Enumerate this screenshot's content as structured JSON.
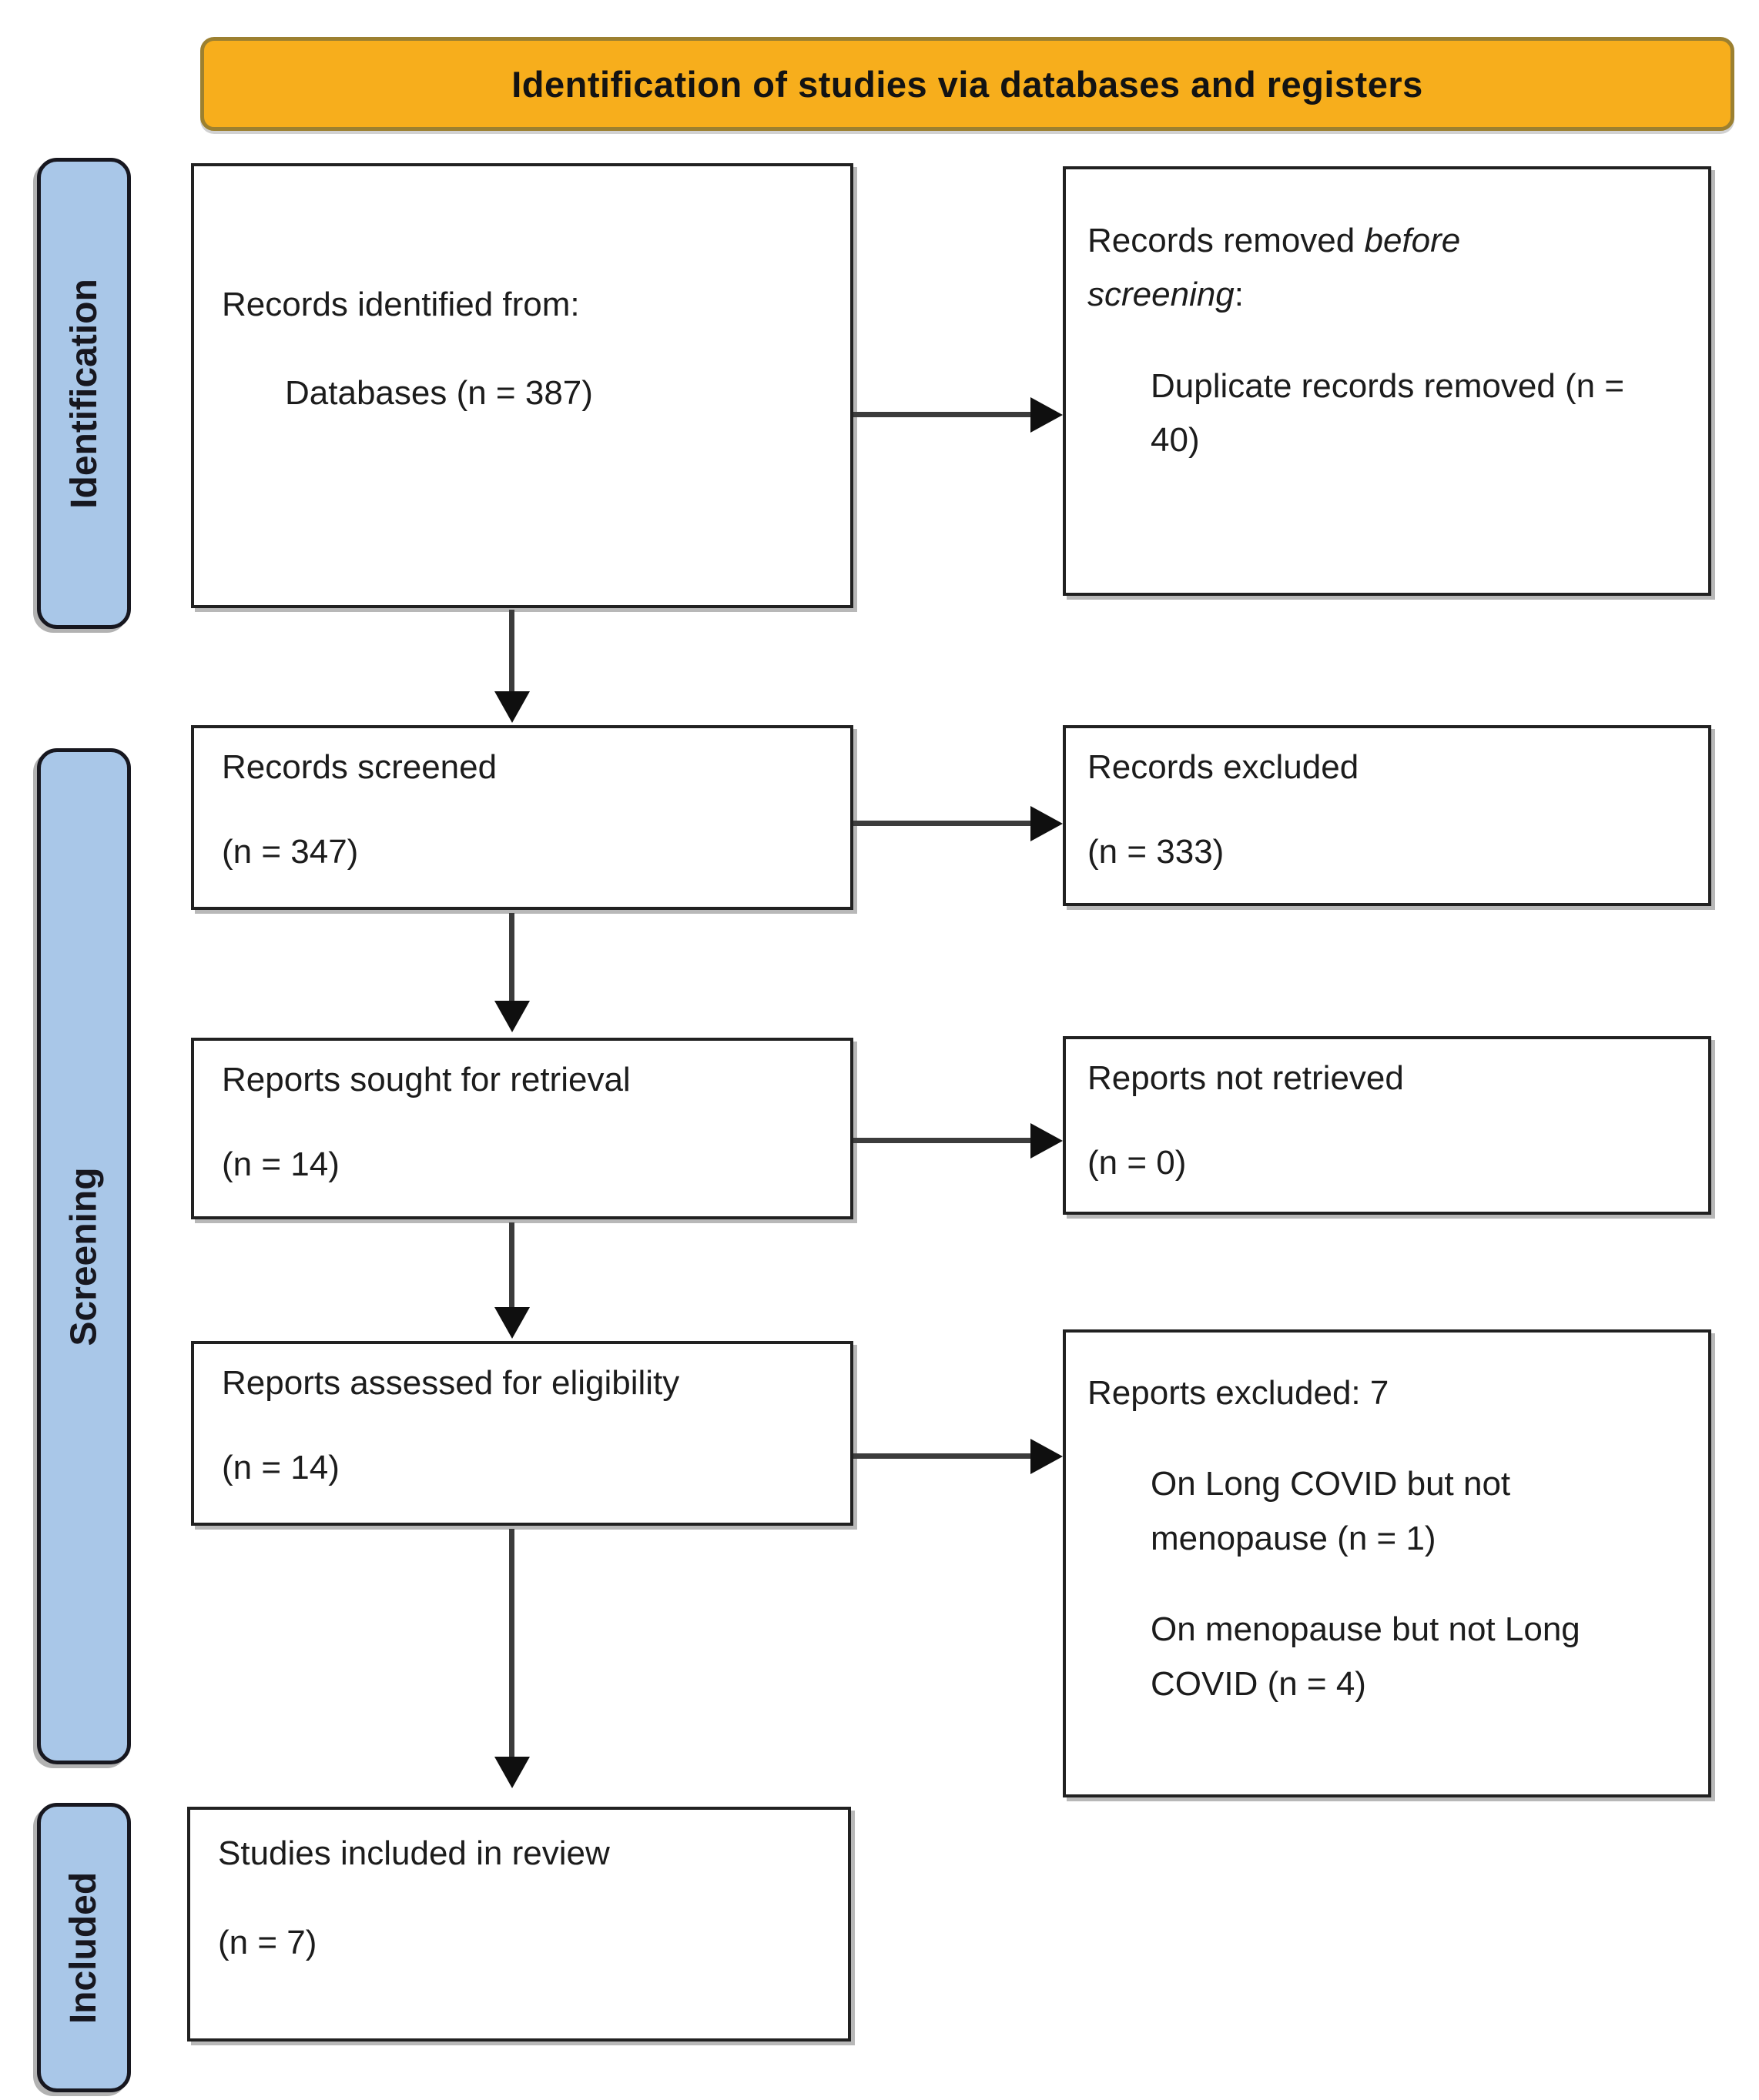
{
  "banner": {
    "label": "Identification of studies via databases and registers"
  },
  "stages": {
    "identification": "Identification",
    "screening": "Screening",
    "included": "Included"
  },
  "boxes": {
    "records_identified": {
      "title": "Records identified from:",
      "items": [
        "Databases (n = 387)"
      ]
    },
    "records_removed": {
      "title_prefix": "Records removed ",
      "title_italic": "before screening",
      "title_suffix": ":",
      "items": [
        "Duplicate records removed (n = 40)"
      ]
    },
    "records_screened": {
      "title": "Records screened",
      "count": "(n = 347)"
    },
    "records_excluded": {
      "title": "Records excluded",
      "count": "(n = 333)"
    },
    "reports_sought": {
      "title": "Reports sought for retrieval",
      "count": "(n = 14)"
    },
    "reports_not_retrieved": {
      "title": "Reports not retrieved",
      "count": "(n = 0)"
    },
    "reports_assessed": {
      "title": "Reports assessed for eligibility",
      "count": "(n = 14)"
    },
    "reports_excluded": {
      "title": "Reports excluded: 7",
      "items": [
        "On Long COVID but not menopause (n = 1)",
        "On menopause but not Long COVID (n = 4)"
      ]
    },
    "studies_included": {
      "title": "Studies included in review",
      "count": "(n = 7)"
    }
  },
  "colors": {
    "banner_bg": "#F7AE1C",
    "banner_border": "#9c8030",
    "stage_bg": "#A9C7E8",
    "stage_border": "#17171f",
    "box_border": "#212121",
    "arrow": "#3c3c3c",
    "arrow_head": "#0f0f0f",
    "text": "#1c1c1c"
  }
}
